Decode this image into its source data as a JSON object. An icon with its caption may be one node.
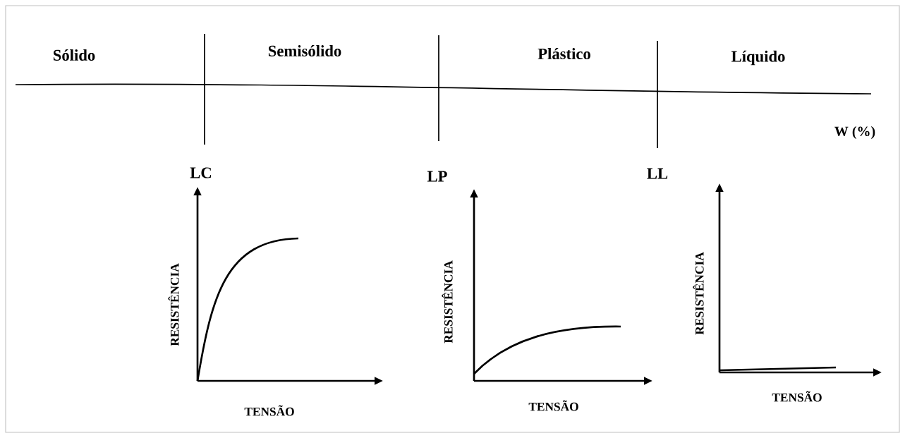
{
  "diagram": {
    "labels": [
      "Sólido",
      "Semisólido",
      "Plástico",
      "Líquido",
      "W (%)",
      "LC",
      "LP",
      "LL",
      "RESISTÊNCIA",
      "TENSÃO",
      "RESISTÊNCIA",
      "TENSÃO",
      "RESISTÊNCIA",
      "TENSÃO"
    ]
  }
}
